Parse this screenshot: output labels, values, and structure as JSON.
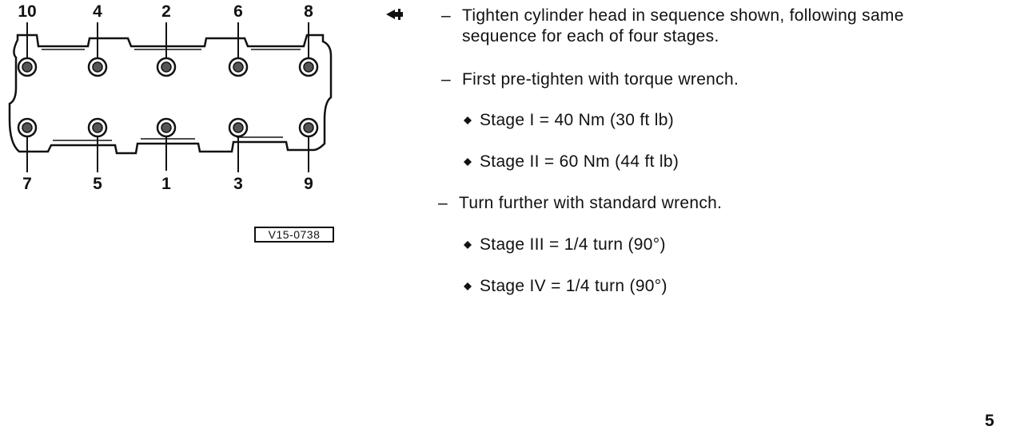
{
  "figure": {
    "top_bolt_labels": [
      "10",
      "4",
      "2",
      "6",
      "8"
    ],
    "bottom_bolt_labels": [
      "7",
      "5",
      "1",
      "3",
      "9"
    ],
    "reference": "V15-0738"
  },
  "instructions": {
    "step1_line1": "Tighten cylinder head in sequence shown, following same",
    "step1_line2": "sequence for each of four stages.",
    "step2": "First pre-tighten with torque wrench.",
    "stage1": "Stage I  = 40 Nm (30 ft lb)",
    "stage2": "Stage II = 60 Nm (44 ft lb)",
    "step3": "Turn further with standard wrench.",
    "stage3": "Stage III = 1/4 turn (90°)",
    "stage4": "Stage IV = 1/4 turn (90°)",
    "dash": "–"
  },
  "page_number": "5",
  "icons": [
    "arrow-pointer-icon",
    "diamond-bullet-icon"
  ]
}
